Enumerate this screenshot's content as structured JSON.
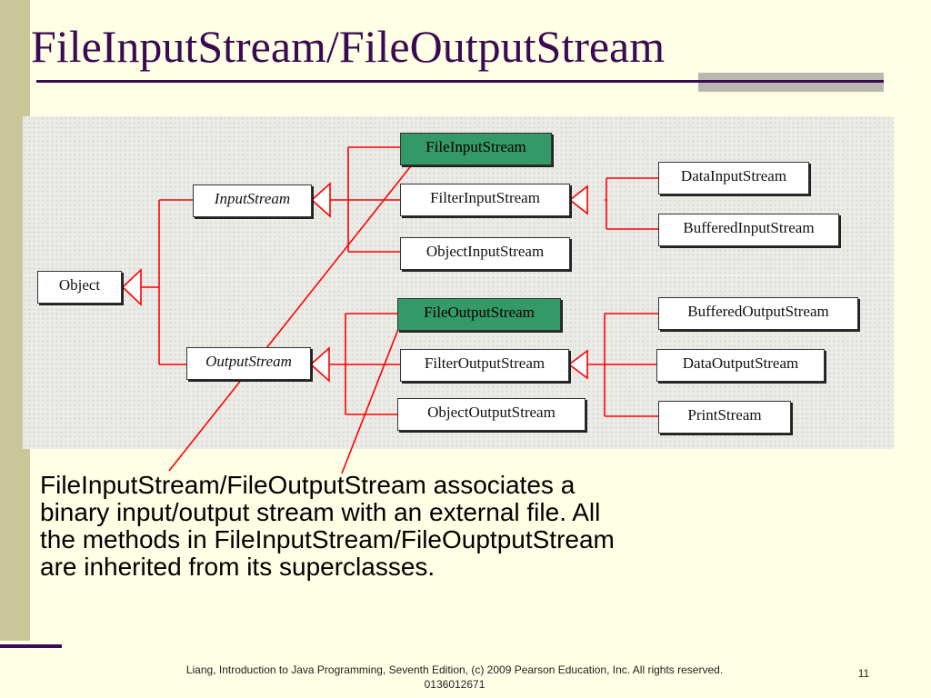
{
  "slide": {
    "title": "FileInputStream/FileOutputStream",
    "description": "FileInputStream/FileOutputStream associates a binary input/output stream with an external file. All the methods in FileInputStream/FileOuptputStream are inherited from its superclasses.",
    "footer": "Liang, Introduction to Java Programming, Seventh Edition, (c) 2009 Pearson Education, Inc. All rights reserved. 0136012671",
    "page_number": "11"
  },
  "diagram": {
    "object": "Object",
    "input_stream": "InputStream",
    "output_stream": "OutputStream",
    "file_input_stream": "FileInputStream",
    "filter_input_stream": "FilterInputStream",
    "object_input_stream": "ObjectInputStream",
    "data_input_stream": "DataInputStream",
    "buffered_input_stream": "BufferedInputStream",
    "file_output_stream": "FileOutputStream",
    "filter_output_stream": "FilterOutputStream",
    "object_output_stream": "ObjectOutputStream",
    "buffered_output_stream": "BufferedOutputStream",
    "data_output_stream": "DataOutputStream",
    "print_stream": "PrintStream"
  },
  "colors": {
    "title": "#3a0a52",
    "connector": "#ff0000",
    "highlight": "#339966",
    "background": "#ffffe5",
    "side_bar": "#c9c79a"
  }
}
